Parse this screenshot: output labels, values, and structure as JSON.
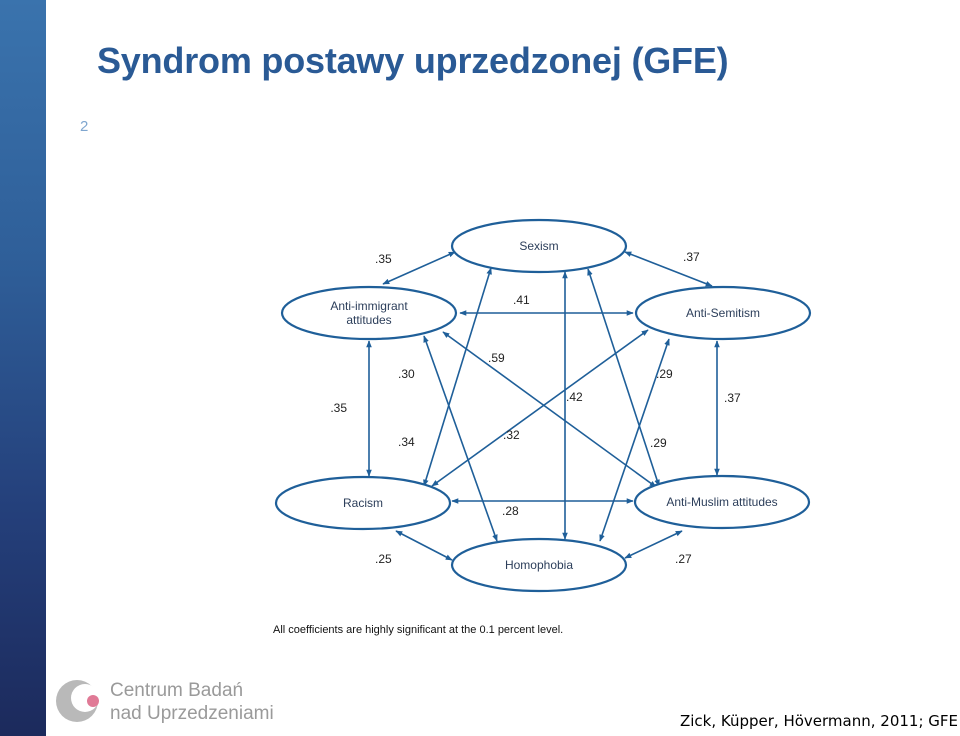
{
  "slide": {
    "title": "Syndrom postawy uprzedzonej (GFE)",
    "number": "2"
  },
  "diagram": {
    "nodes": [
      {
        "id": "sexism",
        "label": "Sexism"
      },
      {
        "id": "anti_immigrant",
        "label_lines": [
          "Anti-immigrant",
          "attitudes"
        ]
      },
      {
        "id": "anti_semitism",
        "label": "Anti-Semitism"
      },
      {
        "id": "racism",
        "label": "Racism"
      },
      {
        "id": "anti_muslim",
        "label": "Anti-Muslim attitudes"
      },
      {
        "id": "homophobia",
        "label": "Homophobia"
      }
    ],
    "edges": [
      {
        "from": "anti_immigrant",
        "to": "sexism",
        "coefficient": ".35"
      },
      {
        "from": "sexism",
        "to": "anti_semitism",
        "coefficient": ".37"
      },
      {
        "from": "anti_immigrant",
        "to": "anti_semitism",
        "coefficient": ".41"
      },
      {
        "from": "sexism",
        "to": "racism",
        "coefficient": ".59"
      },
      {
        "from": "sexism",
        "to": "homophobia",
        "coefficient": ".42"
      },
      {
        "from": "sexism",
        "to": "anti_muslim",
        "coefficient": ".29"
      },
      {
        "from": "anti_immigrant",
        "to": "racism",
        "coefficient": ".35"
      },
      {
        "from": "anti_immigrant",
        "to": "homophobia",
        "coefficient": ".34"
      },
      {
        "from": "anti_immigrant",
        "to": "anti_muslim",
        "coefficient": ".30"
      },
      {
        "from": "anti_semitism",
        "to": "racism",
        "coefficient": ".32"
      },
      {
        "from": "anti_semitism",
        "to": "homophobia",
        "coefficient": ".29"
      },
      {
        "from": "anti_semitism",
        "to": "anti_muslim",
        "coefficient": ".37"
      },
      {
        "from": "racism",
        "to": "anti_muslim",
        "coefficient": ".28"
      },
      {
        "from": "racism",
        "to": "homophobia",
        "coefficient": ".25"
      },
      {
        "from": "anti_muslim",
        "to": "homophobia",
        "coefficient": ".27"
      }
    ],
    "footnote": "All coefficients are highly significant at the 0.1 percent level.",
    "colors": {
      "line": "#1f5f99",
      "node_fill": "#ffffff"
    }
  },
  "logo": {
    "line1": "Centrum Badań",
    "line2": "nad Uprzedzeniami"
  },
  "citation": "Zick, Küpper, Hövermann, 2011; GFE"
}
